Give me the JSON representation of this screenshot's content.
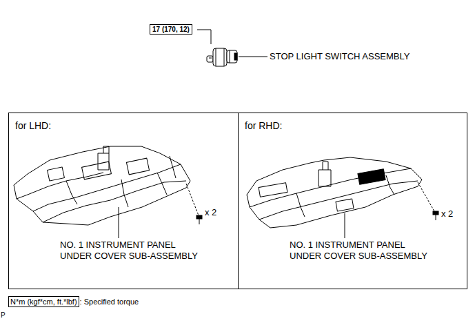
{
  "diagram": {
    "nodes": [
      {
        "text": [
          "17 (170, 12)"
        ]
      },
      {
        "text": [
          "for LHD:"
        ]
      },
      {
        "text": [
          "for RHD:"
        ]
      },
      {
        "text": [
          "N*m (kgf*cm, ft.*lbf)",
          ": Specified torque"
        ]
      }
    ],
    "labels": [
      "STOP LIGHT SWITCH ASSEMBLY",
      "x 2",
      "x 2",
      "NO. 1 INSTRUMENT PANEL UNDER COVER SUB-ASSEMBLY",
      "NO. 1 INSTRUMENT PANEL UNDER COVER SUB-ASSEMBLY",
      "P"
    ]
  }
}
